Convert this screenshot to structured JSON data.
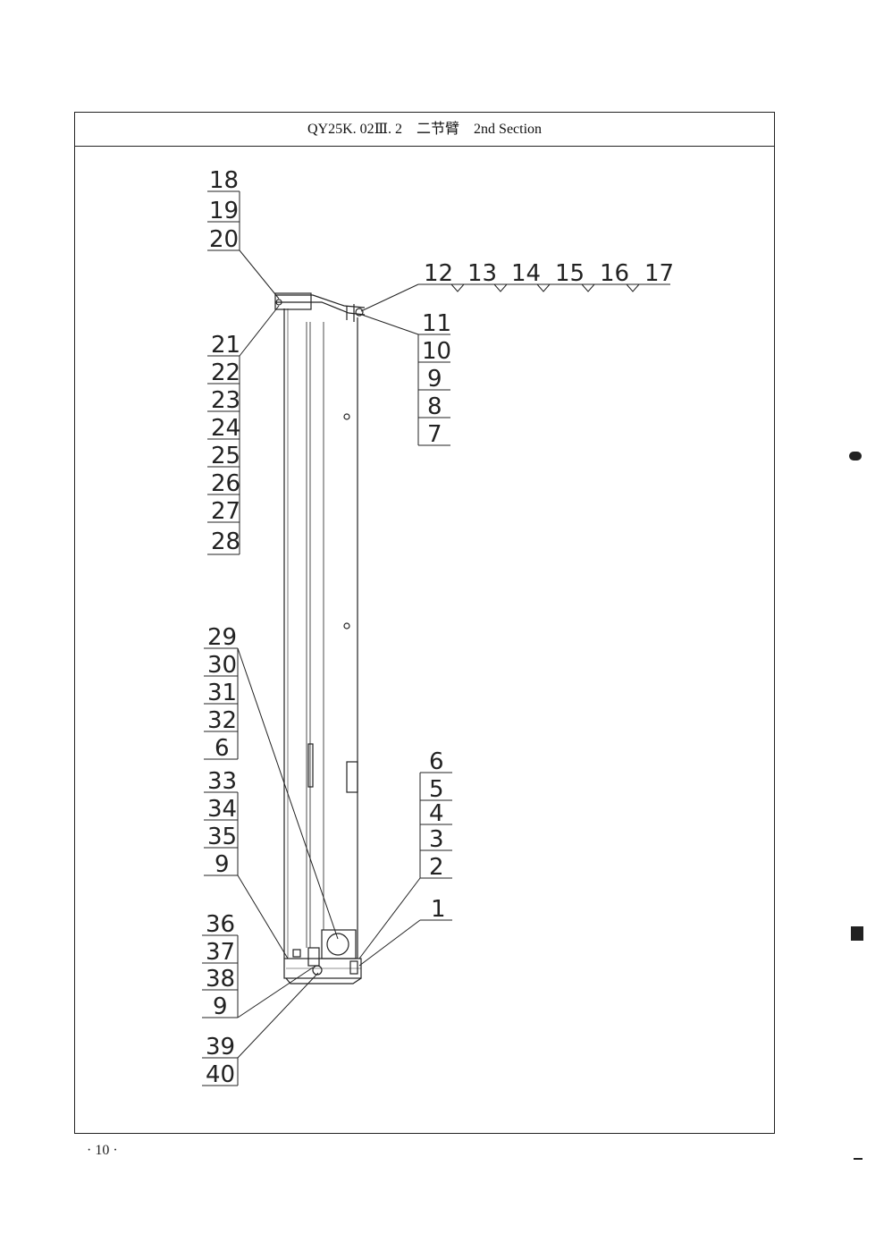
{
  "header": {
    "title": "QY25K. 02Ⅲ. 2　二节臂　2nd Section"
  },
  "callouts": {
    "top_left_group": [
      "18",
      "19",
      "20"
    ],
    "top_right_row": [
      "12",
      "13",
      "14",
      "15",
      "16",
      "17"
    ],
    "right_upper_group": [
      "11",
      "10",
      "9",
      "8",
      "7"
    ],
    "left_upper_group": [
      "21",
      "22",
      "23",
      "24",
      "25",
      "26",
      "27",
      "28"
    ],
    "left_middle_group": [
      "29",
      "30",
      "31",
      "32",
      "6"
    ],
    "left_lower_group": [
      "33",
      "34",
      "35",
      "9"
    ],
    "right_lower_group": [
      "6",
      "5",
      "4",
      "3",
      "2"
    ],
    "right_single": [
      "1"
    ],
    "left_bottom_group": [
      "36",
      "37",
      "38",
      "9"
    ],
    "left_last_group": [
      "39",
      "40"
    ]
  },
  "footer": {
    "page_number": "· 10 ·"
  },
  "colors": {
    "ink": "#222222",
    "paper": "#ffffff"
  }
}
